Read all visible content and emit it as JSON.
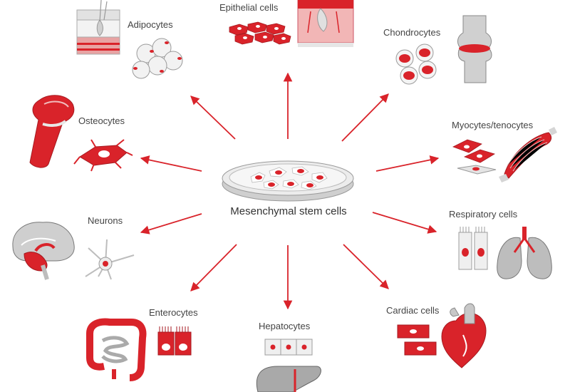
{
  "colors": {
    "accent": "#d9232a",
    "gray": "#b9b9b9",
    "dark_gray": "#7a7a7a",
    "light_gray": "#e6e6e6"
  },
  "center": {
    "label": "Mesenchymal stem cells",
    "icon": "petri-dish-icon"
  },
  "targets": [
    {
      "id": "adipocytes",
      "label": "Adipocytes",
      "icon": "adipose-tissue-icon"
    },
    {
      "id": "epithelial",
      "label": "Epithelial cells",
      "icon": "skin-section-icon"
    },
    {
      "id": "chondrocytes",
      "label": "Chondrocytes",
      "icon": "knee-joint-icon"
    },
    {
      "id": "myocytes",
      "label": "Myocytes/tenocytes",
      "icon": "muscle-icon"
    },
    {
      "id": "respiratory",
      "label": "Respiratory cells",
      "icon": "lungs-icon"
    },
    {
      "id": "cardiac",
      "label": "Cardiac cells",
      "icon": "heart-icon"
    },
    {
      "id": "hepatocytes",
      "label": "Hepatocytes",
      "icon": "liver-icon"
    },
    {
      "id": "enterocytes",
      "label": "Enterocytes",
      "icon": "intestine-icon"
    },
    {
      "id": "neurons",
      "label": "Neurons",
      "icon": "brain-icon"
    },
    {
      "id": "osteocytes",
      "label": "Osteocytes",
      "icon": "bone-icon"
    }
  ]
}
